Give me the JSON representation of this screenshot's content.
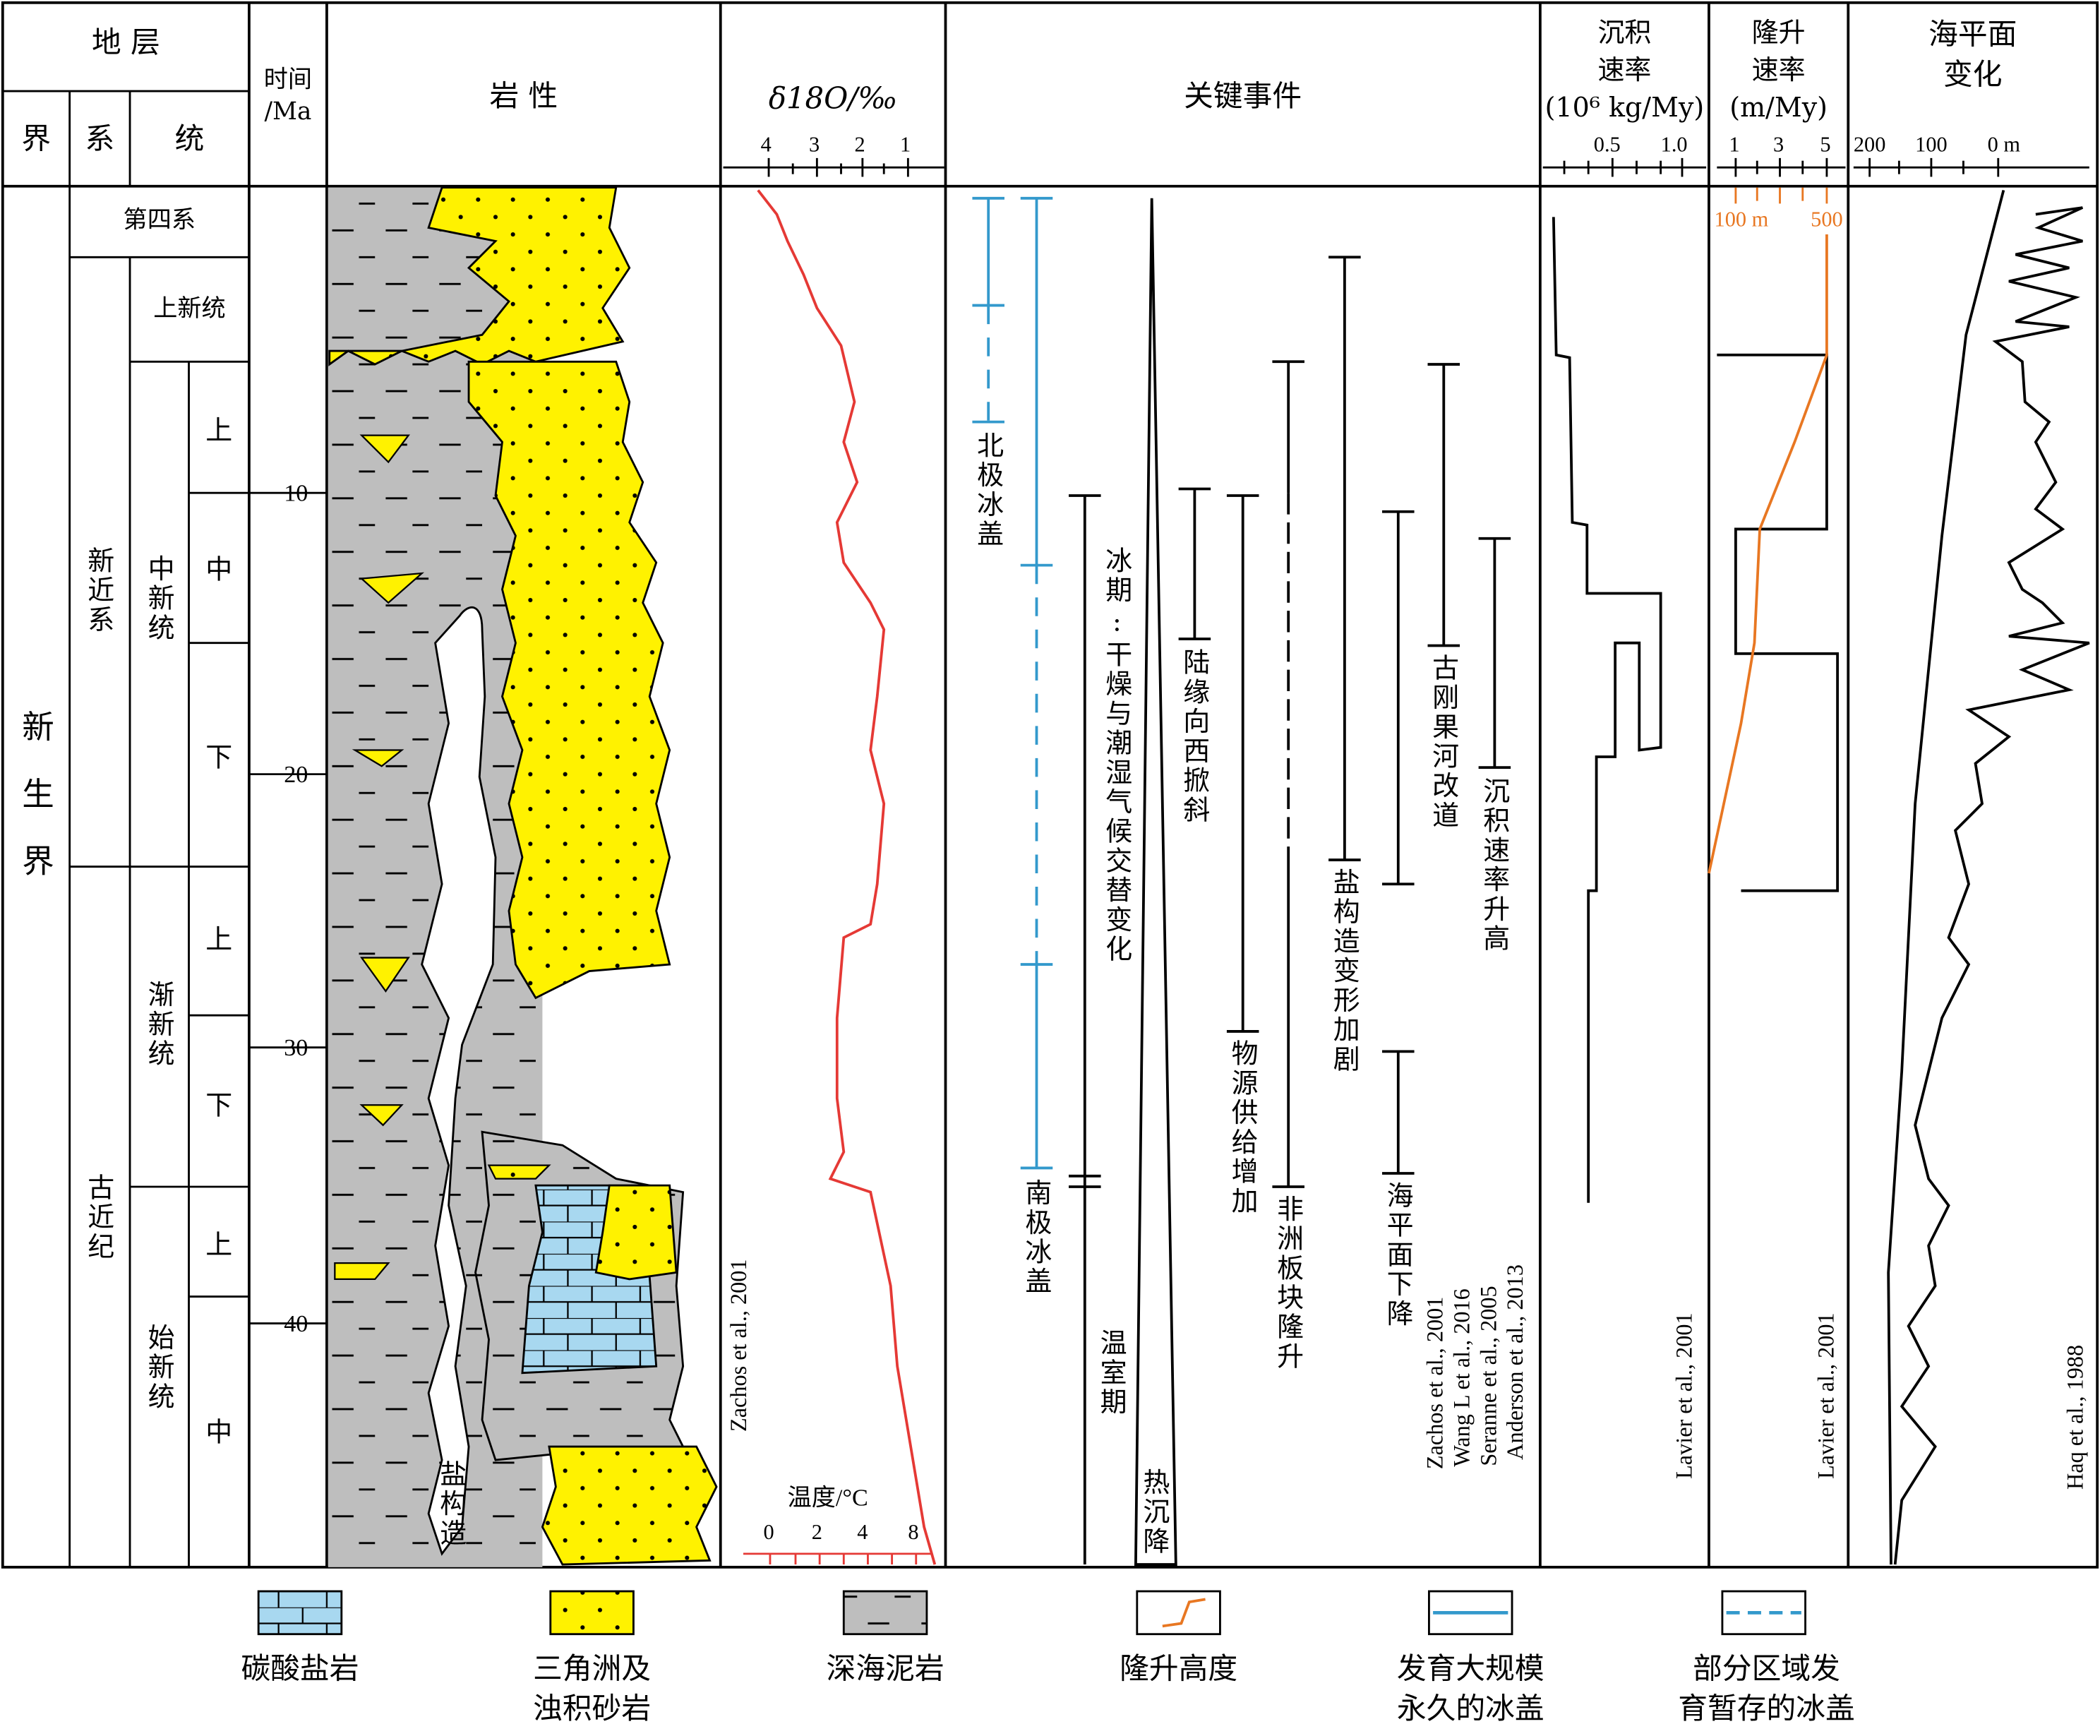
{
  "header": {
    "strata": "地 层",
    "jie": "界",
    "xi": "系",
    "tong": "统",
    "time": "时间\n/Ma",
    "lithology": "岩 性",
    "d18o": "δ18O/‰",
    "d18o_ticks": [
      "4",
      "3",
      "2",
      "1"
    ],
    "events": "关键事件",
    "sed_rate": "沉积\n速率\n(10⁶ kg/My)",
    "sed_ticks": [
      "0.5",
      "1.0"
    ],
    "uplift_rate": "隆升\n速率\n(m/My)",
    "uplift_ticks": [
      "1",
      "3",
      "5"
    ],
    "sea_level": "海平面\n变化",
    "sea_ticks": [
      "200",
      "100",
      "0 m"
    ]
  },
  "strat": {
    "era": "新生界",
    "quaternary": "第四系",
    "pliocene": "上新统",
    "neogene": "新近系",
    "miocene": "中新统",
    "paleogene": "古近纪",
    "oligocene": "渐新统",
    "eocene": "始新统",
    "sub": [
      "上",
      "中",
      "下",
      "上",
      "下",
      "上",
      "中"
    ]
  },
  "time_ticks": [
    "10",
    "20",
    "30",
    "40"
  ],
  "labels": {
    "salt": "盐构造",
    "zachos1": "Zachos et al., 2001",
    "temp": "温度/°C",
    "temp_ticks": [
      "0",
      "2",
      "4",
      "8"
    ],
    "north_ice": "北极冰盖",
    "south_ice": "南极冰盖",
    "glacial": "冰期:干燥与潮湿气候交替变化",
    "greenhouse": "温室期",
    "thermal": "热沉降",
    "tilt": "陆缘向西掀斜",
    "supply": "物源供给增加",
    "africa": "非洲板块隆升",
    "salt_tect": "盐构造变形加剧",
    "sea_drop": "海平面下降",
    "congo": "古刚果河改道",
    "sed_up": "沉积速率升高",
    "refs": [
      "Zachos et al., 2001",
      "Wang L et al., 2016",
      "Seranne et al., 2005",
      "Anderson et al., 2013"
    ],
    "lavier1": "Lavier et al., 2001",
    "lavier2": "Lavier et al., 2001",
    "haq": "Haq et al., 1988",
    "uplift_100": "100 m",
    "uplift_500": "500"
  },
  "legend": [
    {
      "label": "碳酸盐岩"
    },
    {
      "label": "三角洲及\n浊积砂岩"
    },
    {
      "label": "深海泥岩"
    },
    {
      "label": "隆升高度"
    },
    {
      "label": "发育大规模\n永久的冰盖"
    },
    {
      "label": "部分区域发\n育暂存的冰盖"
    }
  ],
  "colors": {
    "sand": "#FFF200",
    "mud": "#BEBEBE",
    "carbonate": "#A8D8F0",
    "ice": "#3399CC",
    "d18o": "#E53935",
    "uplift": "#E87722"
  }
}
